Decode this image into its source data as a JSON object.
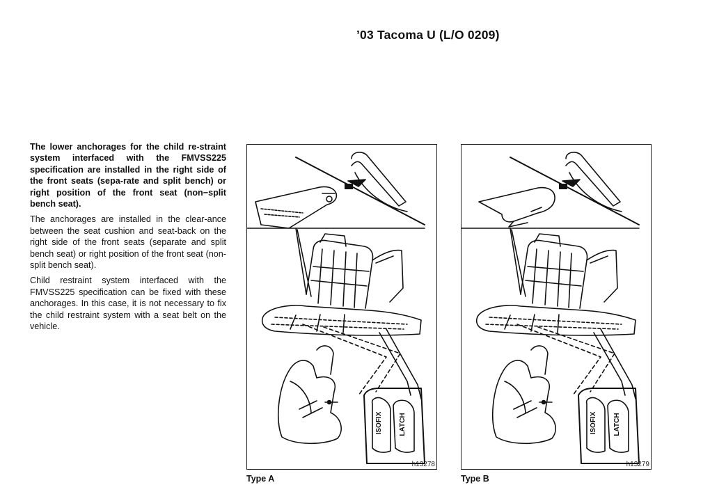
{
  "header": {
    "title": "’03 Tacoma U (L/O 0209)"
  },
  "body": {
    "lead": "The lower anchorages for the child re-straint system interfaced with the FMVSS225 specification are installed in the right side of the front seats (sepa-rate and split bench) or right position of the front seat (non−split bench seat).",
    "para1": "The anchorages are installed in the clear-ance between the seat cushion and seat-back on the right side of the front seats (separate and split bench seat) or right position of the front seat (non-split bench seat).",
    "para2": "Child restraint system interfaced with the FMVSS225 specification can be fixed with these anchorages. In this case, it is not necessary to fix the child restraint system with a seat belt on the vehicle."
  },
  "figures": [
    {
      "code": "h13278",
      "caption": "Type A",
      "label_left": "ISOFIX",
      "label_right": "LATCH"
    },
    {
      "code": "h13279",
      "caption": "Type B",
      "label_left": "ISOFIX",
      "label_right": "LATCH"
    }
  ]
}
